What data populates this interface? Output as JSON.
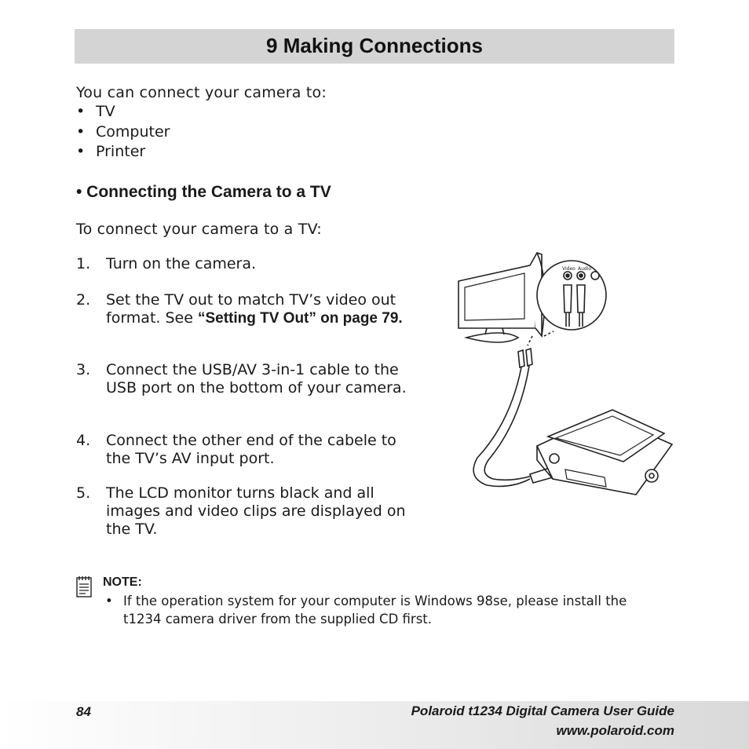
{
  "header": {
    "title": "9 Making Connections"
  },
  "intro": {
    "text": "You can connect your camera to:",
    "items": [
      "TV",
      "Computer",
      "Printer"
    ]
  },
  "section": {
    "heading": "• Connecting the Camera to a TV",
    "lead": "To connect your camera to a TV:",
    "steps": [
      {
        "num": "1.",
        "text": "Turn on the camera."
      },
      {
        "num": "2.",
        "text_a": "Set the TV out to match TV’s video out format.  See ",
        "text_b": "“Setting TV Out” on page 79."
      },
      {
        "num": "3.",
        "text": "Connect the USB/AV 3-in-1 cable to the USB port on the bottom of your camera."
      },
      {
        "num": "4.",
        "text": "Connect the other end of the cabele to the TV’s AV input port."
      },
      {
        "num": "5.",
        "text": "The LCD monitor turns black and all images and video clips are displayed on the TV."
      }
    ]
  },
  "illustration": {
    "label_video": "Video",
    "label_audio": "Audio"
  },
  "note": {
    "label": "NOTE:",
    "bullet": "•",
    "line1": "If the operation system for your computer is Windows 98se, please install the",
    "line2": "t1234 camera driver from the supplied CD first."
  },
  "footer": {
    "page_number": "84",
    "title": "Polaroid t1234 Digital Camera User Guide",
    "url": "www.polaroid.com"
  }
}
